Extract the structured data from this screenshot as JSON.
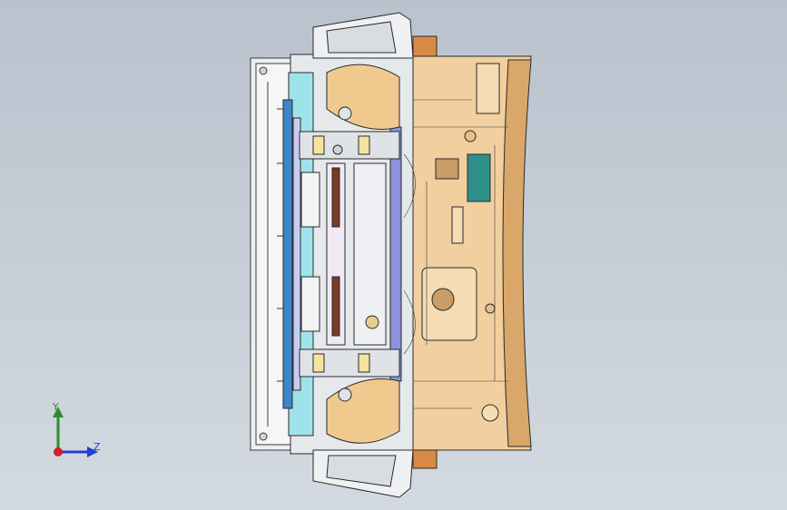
{
  "viewport": {
    "background_top": "#b9c2cd",
    "background_bottom": "#d3d9e0"
  },
  "model": {
    "description_icon": "cad-die-assembly-model",
    "colors": {
      "outline": "#2a2a2a",
      "tan": "#f1cf9e",
      "tan_dark": "#d9a76a",
      "cyan": "#9fe3ea",
      "violet": "#8f92d8",
      "brown": "#7a3a26",
      "teal": "#2f8f8a",
      "frame": "#e9ecef"
    }
  },
  "triad": {
    "y_label": "Y",
    "z_label": "Z",
    "y_color": "#2a8f2a",
    "z_color": "#1f3fd6",
    "x_color": "#d0202a"
  }
}
